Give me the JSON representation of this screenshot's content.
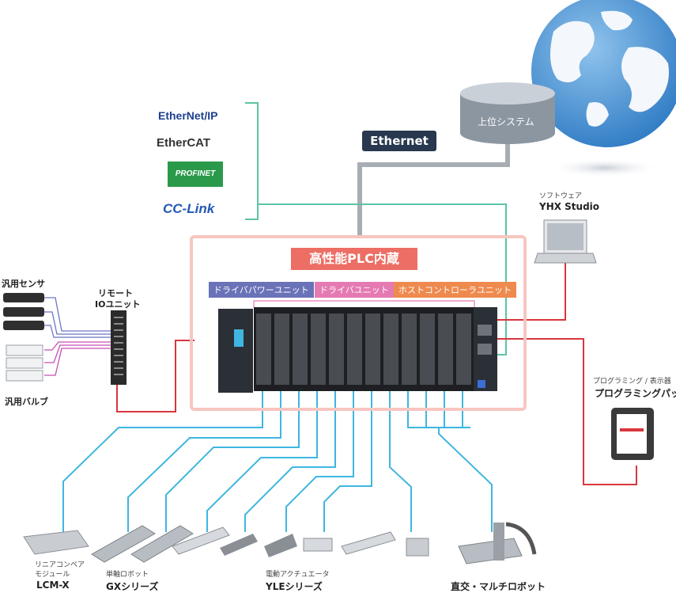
{
  "title": "高性能PLC内蔵",
  "network": {
    "ethernet": "Ethernet",
    "host": "上位システム",
    "fieldbus": [
      "EtherNet/IP",
      "EtherCAT",
      "PROFINET",
      "CC-Link"
    ]
  },
  "software": {
    "caption": "ソフトウェア",
    "name": "YHX Studio"
  },
  "pendant": {
    "caption": "プログラミング / 表示器",
    "name": "プログラミングパッド"
  },
  "units": {
    "driver_power": "ドライバパワーユニット",
    "driver": "ドライバユニット",
    "host_controller": "ホストコントローラユニット"
  },
  "io": {
    "sensor": "汎用センサ",
    "remote_line1": "リモート",
    "remote_line2": "IOユニット",
    "valve": "汎用バルブ"
  },
  "products": {
    "lcm_caption1": "リニアコンベア",
    "lcm_caption2": "モジュール",
    "lcm_name": "LCM-X",
    "gx_caption": "単軸ロボット",
    "gx_name": "GXシリーズ",
    "yle_caption": "電動アクチュエータ",
    "yle_name": "YLEシリーズ",
    "multi_name": "直交・マルチロボット"
  },
  "colors": {
    "plc_title_bg": "#ec6e64",
    "plc_border": "#f7c6c0",
    "ethernet_tag": "#27384f",
    "ethernet_line": "#a8adb3",
    "fieldbus_line": "#5cc3a6",
    "drive_line": "#3fb6e0",
    "signal_line": "#d9363e",
    "driver_power_tag": "#6a72b8",
    "driver_tag": "#e57ab3",
    "host_tag": "#ef8a4e"
  }
}
